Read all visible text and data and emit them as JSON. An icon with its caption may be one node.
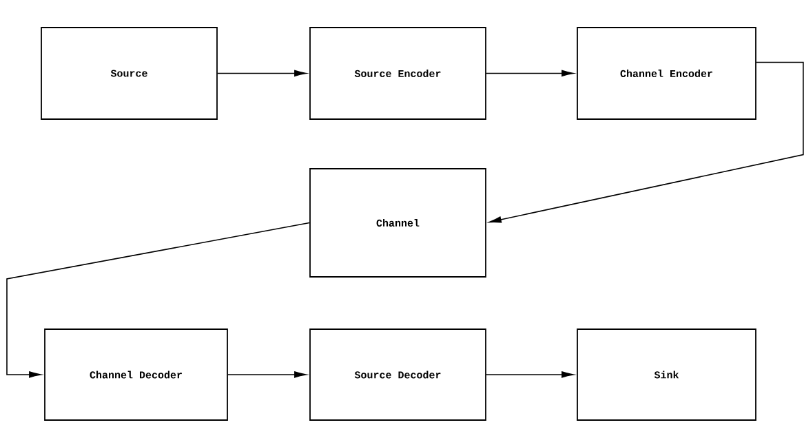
{
  "diagram": {
    "nodes": [
      {
        "text": [
          "Source"
        ]
      },
      {
        "text": [
          "Source Encoder"
        ]
      },
      {
        "text": [
          "Channel Encoder"
        ]
      },
      {
        "text": [
          "Channel"
        ]
      },
      {
        "text": [
          "Channel Decoder"
        ]
      },
      {
        "text": [
          "Source Decoder"
        ]
      },
      {
        "text": [
          "Sink"
        ]
      }
    ],
    "edges": [
      {
        "from": 0,
        "to": 1,
        "arrow": "to"
      },
      {
        "from": 1,
        "to": 2,
        "arrow": "to"
      },
      {
        "from": 2,
        "to": 3,
        "arrow": "to"
      },
      {
        "from": 3,
        "to": 4,
        "arrow": "to"
      },
      {
        "from": 4,
        "to": 5,
        "arrow": "to"
      },
      {
        "from": 5,
        "to": 6,
        "arrow": "to"
      }
    ]
  }
}
